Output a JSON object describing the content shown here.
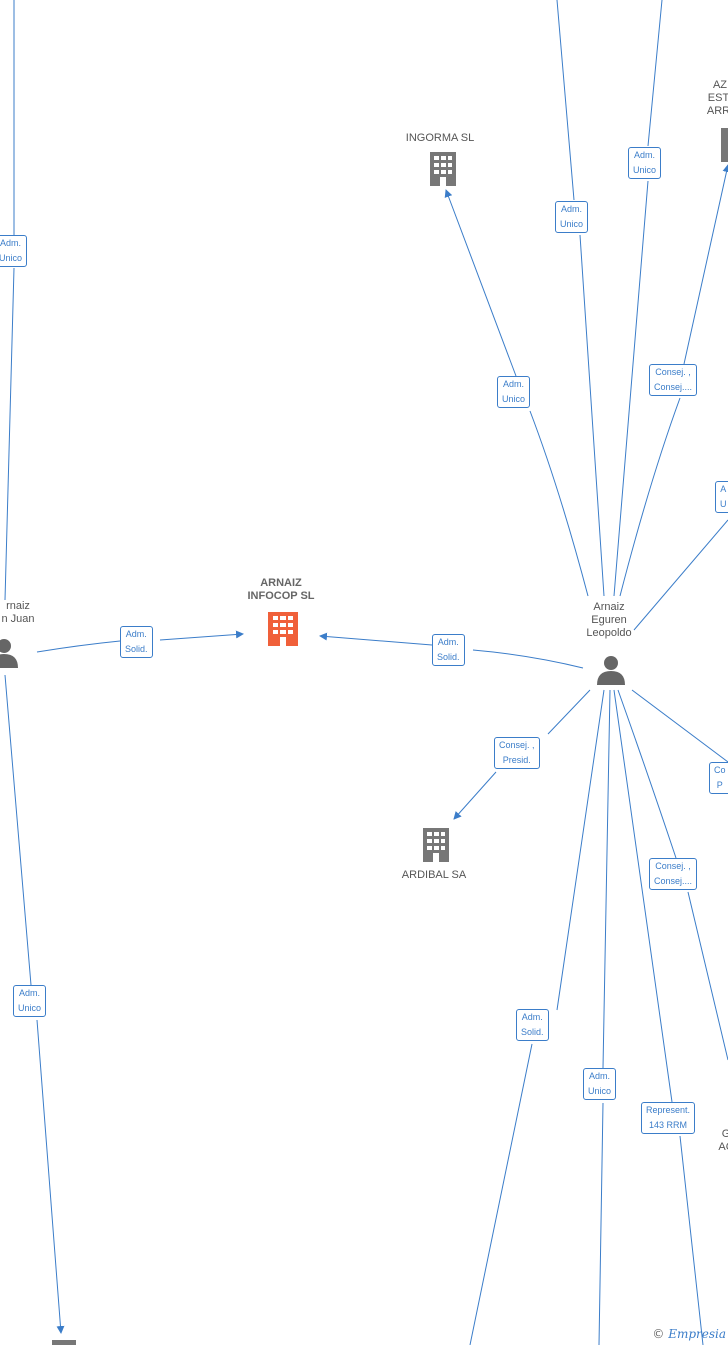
{
  "colors": {
    "edge": "#3b7dc9",
    "company": "#777777",
    "company_main": "#f0603a",
    "person": "#666666"
  },
  "nodes": {
    "ingorma": "INGORMA SL",
    "az_top": "AZ\nESTI\nARRI",
    "arnaiz_infocop": "ARNAIZ\nINFOCOP  SL",
    "arnaiz_juan": "rnaiz\nn Juan",
    "arnaiz_leopoldo": "Arnaiz\nEguren\nLeopoldo",
    "ardibal": "ARDIBAL SA",
    "g_act": "G\nAC"
  },
  "edges": {
    "e1": "Adm.\nUnico",
    "e2": "Adm.\nUnico",
    "e3": "Adm.\nUnico",
    "e4": "Consej. ,\nConsej....",
    "e5": "A\nU",
    "e6": "Adm.\nUnico",
    "e7": "Adm.\nSolid.",
    "e8": "Adm.\nSolid.",
    "e9": "Consej. ,\nPresid.",
    "e10": "Co\nP",
    "e11": "Consej. ,\nConsej....",
    "e12": "Adm.\nUnico",
    "e13": "Adm.\nSolid.",
    "e14": "Adm.\nUnico",
    "e15": "Represent.\n143 RRM"
  },
  "footer": {
    "symbol": "©",
    "brand": "Empresia"
  }
}
